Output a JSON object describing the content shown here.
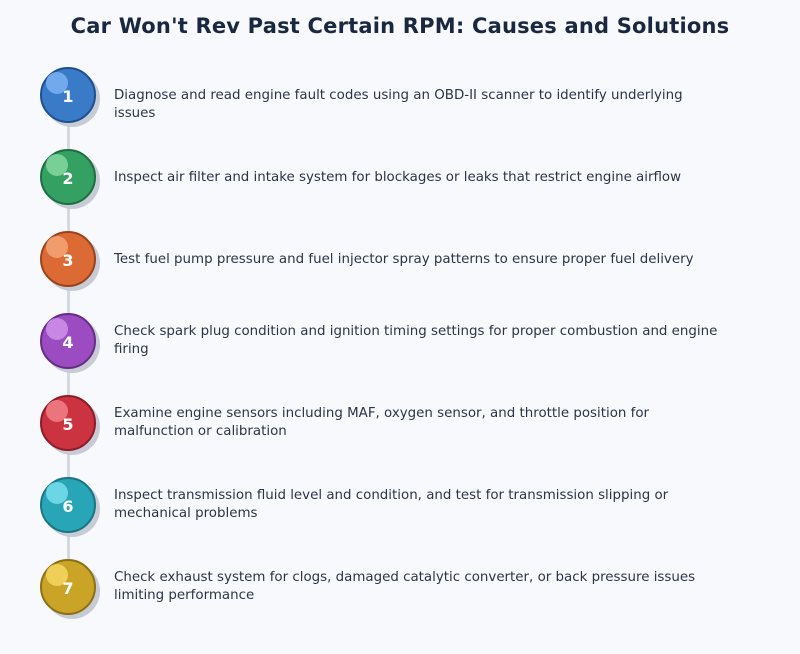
{
  "title": "Car Won't Rev Past Certain RPM: Causes and Solutions",
  "steps": [
    {
      "number": "1",
      "text": "Diagnose and read engine fault codes using an OBD-II scanner to identify underlying issues",
      "color": "#3a7bc8",
      "border": "#1f4f8f",
      "highlight": "#79aef0"
    },
    {
      "number": "2",
      "text": "Inspect air filter and intake system for blockages or leaks that restrict engine airflow",
      "color": "#34a062",
      "border": "#1f6e3f",
      "highlight": "#7fd59d"
    },
    {
      "number": "3",
      "text": "Test fuel pump pressure and fuel injector spray patterns to ensure proper fuel delivery",
      "color": "#db6a34",
      "border": "#9a431b",
      "highlight": "#f4a274"
    },
    {
      "number": "4",
      "text": "Check spark plug condition and ignition timing settings for proper combustion and engine firing",
      "color": "#9a4cc0",
      "border": "#672d86",
      "highlight": "#cd8ee9"
    },
    {
      "number": "5",
      "text": "Examine engine sensors including MAF, oxygen sensor, and throttle position for malfunction or calibration",
      "color": "#cc3340",
      "border": "#8c1c26",
      "highlight": "#ef7b84"
    },
    {
      "number": "6",
      "text": "Inspect transmission fluid level and condition, and test for transmission slipping or mechanical problems",
      "color": "#28a6b8",
      "border": "#187584",
      "highlight": "#72dbe9"
    },
    {
      "number": "7",
      "text": "Check exhaust system for clogs, damaged catalytic converter, or back pressure issues limiting performance",
      "color": "#c9a427",
      "border": "#8d7014",
      "highlight": "#f3d45d"
    }
  ]
}
